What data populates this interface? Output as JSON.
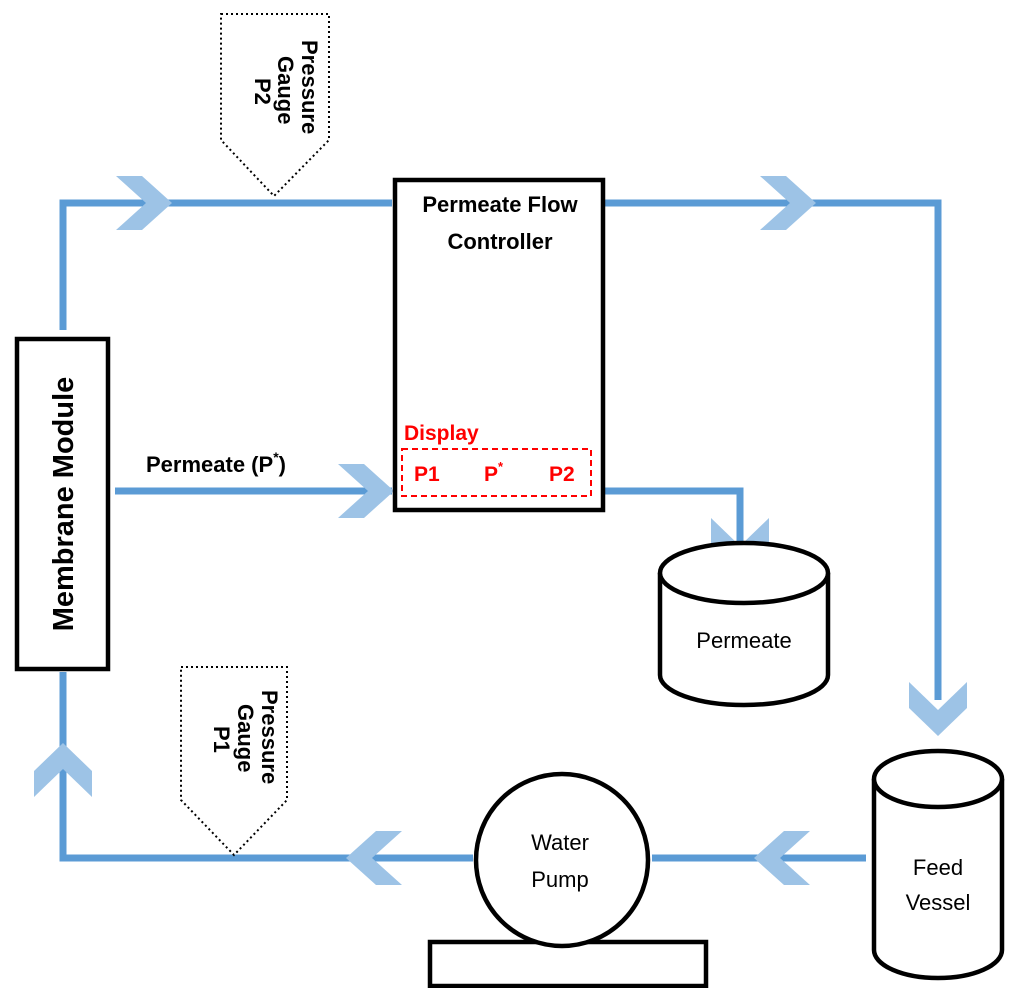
{
  "components": {
    "membrane_module": "Membrane Module",
    "flow_controller_line1": "Permeate Flow",
    "flow_controller_line2": "Controller",
    "display_title": "Display",
    "display_p1": "P1",
    "display_pstar": "P",
    "display_pstar_sup": "*",
    "display_p2": "P2",
    "permeate_stream_label": "Permeate (P",
    "permeate_stream_sup": "*",
    "permeate_stream_close": ")",
    "permeate_tank": "Permeate",
    "feed_vessel_line1": "Feed",
    "feed_vessel_line2": "Vessel",
    "water_pump_line1": "Water",
    "water_pump_line2": "Pump",
    "gauge_top_line1": "Pressure",
    "gauge_top_line2": "Gauge",
    "gauge_top_line3": "P2",
    "gauge_bottom_line1": "Pressure",
    "gauge_bottom_line2": "Gauge",
    "gauge_bottom_line3": "P1"
  },
  "colors": {
    "pipe": "#5b9bd5",
    "arrow": "#9dc3e6",
    "display": "#ff0000"
  }
}
